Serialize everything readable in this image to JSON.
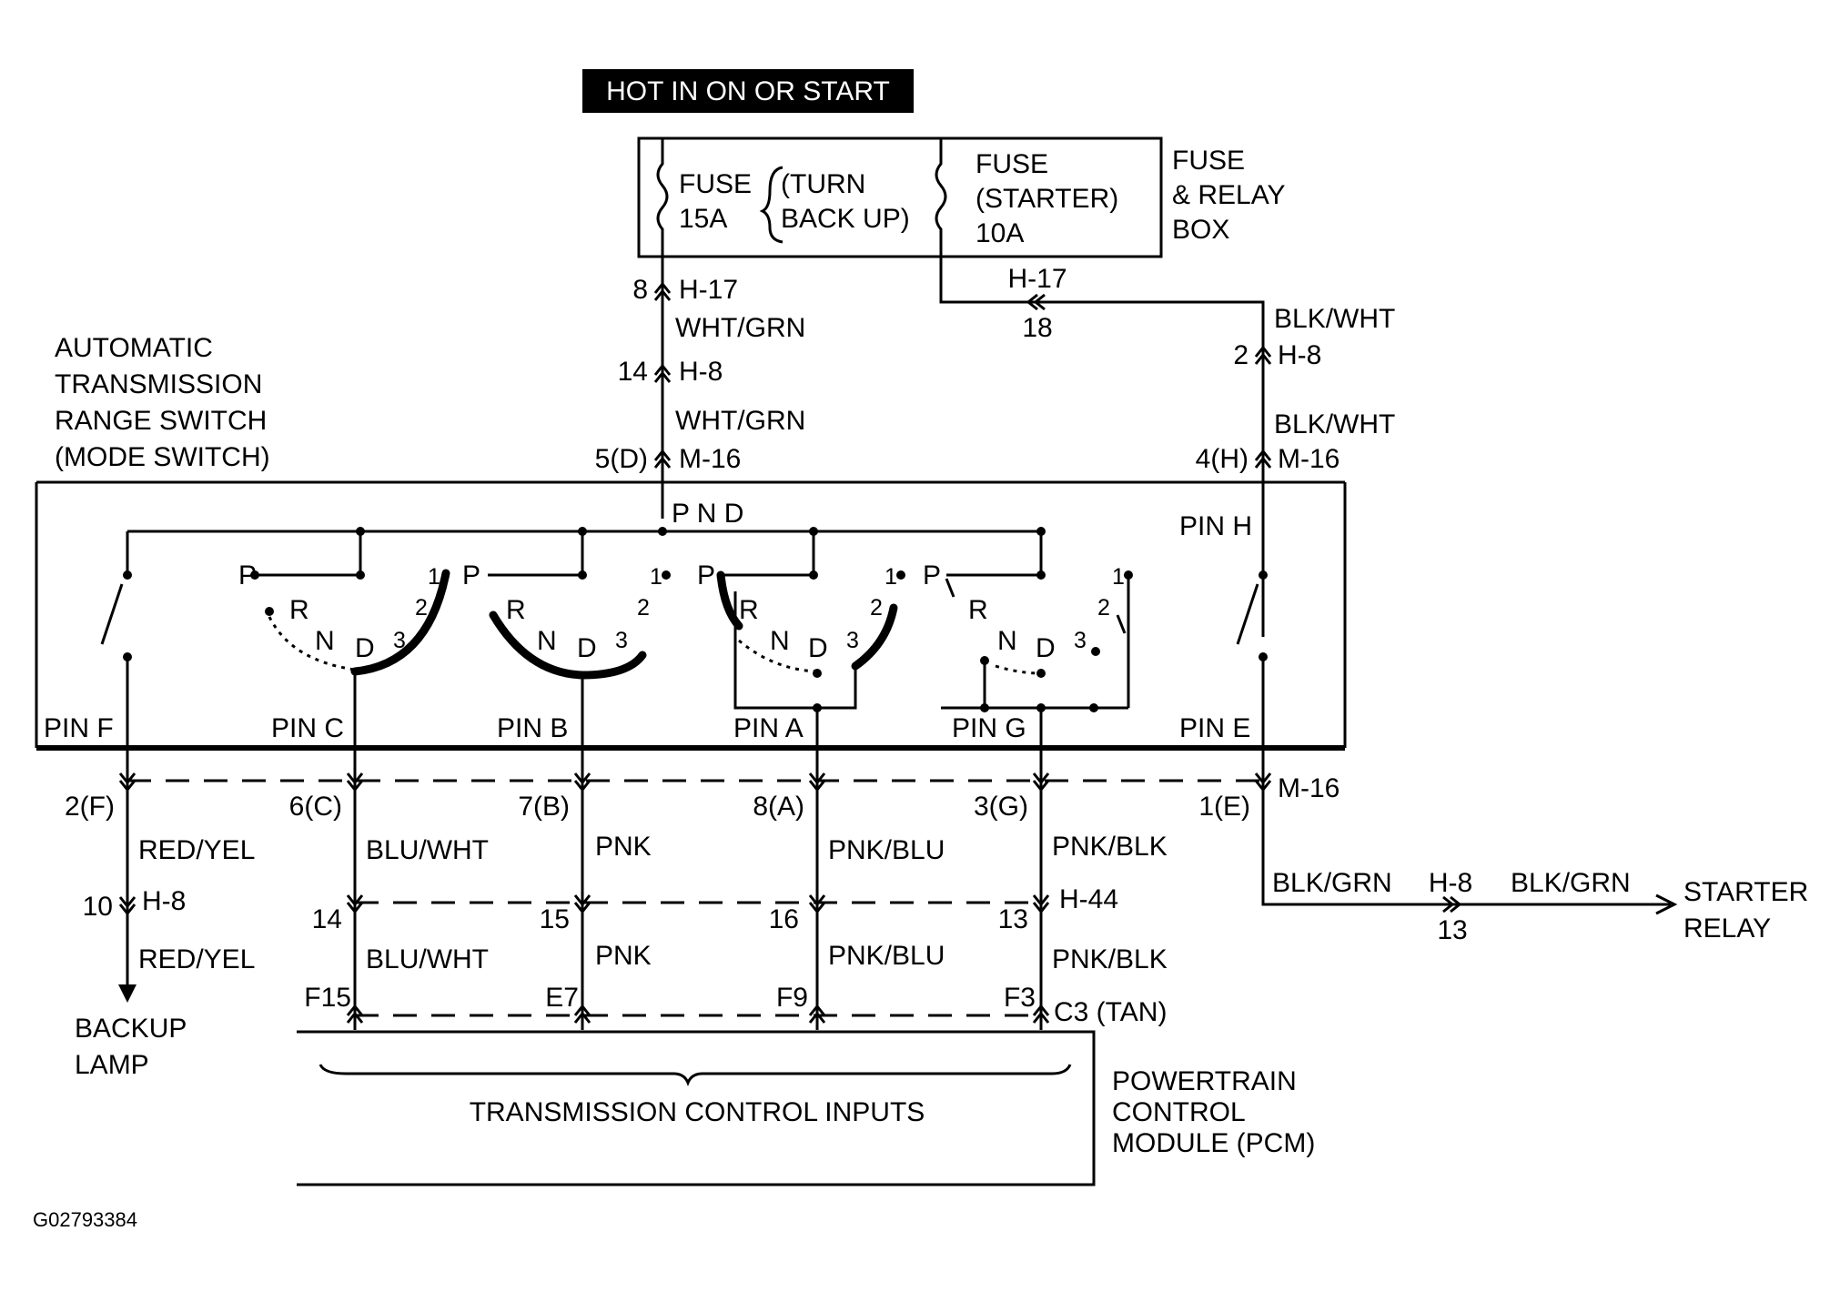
{
  "header": {
    "power_label": "HOT IN ON OR START"
  },
  "fuse_box": {
    "fuse1": {
      "line1": "FUSE",
      "line2": "15A",
      "desc1": "(TURN",
      "desc2": "BACK UP)"
    },
    "fuse2": {
      "line1": "FUSE",
      "line2": "(STARTER)",
      "line3": "10A"
    },
    "box_line1": "FUSE",
    "box_line2": "& RELAY",
    "box_line3": "BOX"
  },
  "feed_left": {
    "c1_pin": "8",
    "c1_name": "H-17",
    "wire1": "WHT/GRN",
    "c2_pin": "14",
    "c2_name": "H-8",
    "wire2": "WHT/GRN",
    "c3_pin": "5(D)",
    "c3_name": "M-16"
  },
  "feed_right": {
    "h17_name": "H-17",
    "h17_pin": "18",
    "wire1": "BLK/WHT",
    "c2_pin": "2",
    "c2_name": "H-8",
    "wire2": "BLK/WHT",
    "c3_pin": "4(H)",
    "c3_name": "M-16"
  },
  "switch": {
    "title_line1": "AUTOMATIC",
    "title_line2": "TRANSMISSION",
    "title_line3": "RANGE SWITCH",
    "title_line4": "(MODE SWITCH)",
    "pnd_label": "P N D",
    "pin_h": "PIN H",
    "positions": {
      "p": "P",
      "r": "R",
      "n": "N",
      "d": "D",
      "three": "3",
      "two": "2",
      "one": "1"
    },
    "pins": [
      "PIN F",
      "PIN C",
      "PIN B",
      "PIN A",
      "PIN G",
      "PIN E"
    ]
  },
  "m16": {
    "name": "M-16",
    "pins": [
      "2(F)",
      "6(C)",
      "7(B)",
      "8(A)",
      "3(G)",
      "1(E)"
    ]
  },
  "wires_upper": [
    "RED/YEL",
    "BLU/WHT",
    "PNK",
    "PNK/BLU",
    "PNK/BLK"
  ],
  "h8_backup": {
    "pin": "10",
    "name": "H-8"
  },
  "h44": {
    "name": "H-44",
    "pins": [
      "14",
      "15",
      "16",
      "13"
    ]
  },
  "wires_lower": [
    "RED/YEL",
    "BLU/WHT",
    "PNK",
    "PNK/BLU",
    "PNK/BLK"
  ],
  "backup_lamp": {
    "line1": "BACKUP",
    "line2": "LAMP"
  },
  "starter": {
    "wire1": "BLK/GRN",
    "conn_name": "H-8",
    "conn_pin": "13",
    "wire2": "BLK/GRN",
    "dest_line1": "STARTER",
    "dest_line2": "RELAY"
  },
  "pcm": {
    "pins": [
      "F15",
      "E7",
      "F9",
      "F3"
    ],
    "connector": "C3 (TAN)",
    "inputs_label": "TRANSMISSION CONTROL INPUTS",
    "name_line1": "POWERTRAIN",
    "name_line2": "CONTROL",
    "name_line3": "MODULE (PCM)"
  },
  "figure_id": "G02793384"
}
